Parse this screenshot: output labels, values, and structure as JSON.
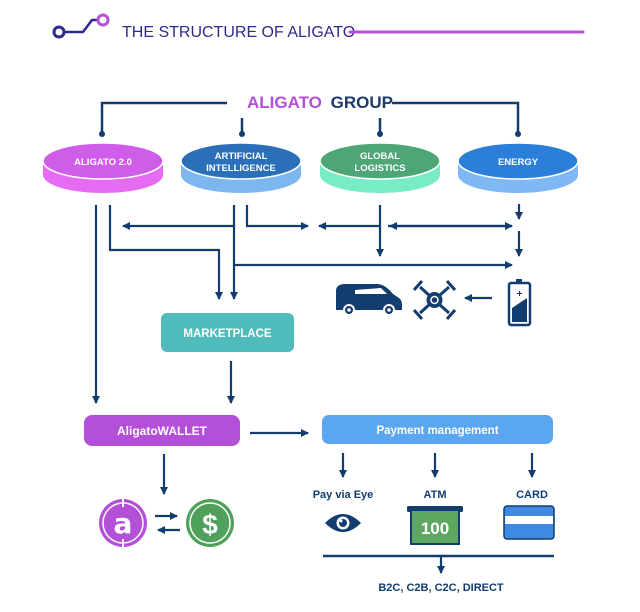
{
  "header": {
    "title": "THE STRUCTURE OF ALIGATO",
    "accent_color": "#b44fd8",
    "dark_color": "#2e2a8c"
  },
  "group": {
    "title_accent": "ALIGATO",
    "title_rest": "GROUP",
    "accent_color": "#b44fd8",
    "dark_color": "#1c3a6b"
  },
  "divisions": [
    {
      "label_lines": [
        "ALIGATO 2.0"
      ],
      "top_color": "#cf5de8",
      "side_color": "#e56cf2"
    },
    {
      "label_lines": [
        "ARTIFICIAL",
        "INTELLIGENCE"
      ],
      "top_color": "#2a6fb8",
      "side_color": "#7db7f0"
    },
    {
      "label_lines": [
        "GLOBAL",
        "LOGISTICS"
      ],
      "top_color": "#4ea677",
      "side_color": "#78ecc7"
    },
    {
      "label_lines": [
        "ENERGY"
      ],
      "top_color": "#2b7fd9",
      "side_color": "#80b8f5"
    }
  ],
  "logistics_icons": [
    "van-icon",
    "drone-icon",
    "battery-icon"
  ],
  "marketplace": {
    "label": "MARKETPLACE",
    "color": "#4fbbbb"
  },
  "wallet": {
    "label": "AligatoWALLET",
    "color": "#b44fd8"
  },
  "wallet_icons": {
    "coin": "aligato-coin-icon",
    "dollar": "dollar-coin-icon",
    "coin_color": "#b44fd8",
    "dollar_color": "#4fa05a"
  },
  "payment": {
    "label": "Payment management",
    "color": "#5aa6f0",
    "methods": [
      {
        "label": "Pay via Eye",
        "icon": "eye-icon"
      },
      {
        "label": "ATM",
        "icon": "atm-icon",
        "icon_text": "100"
      },
      {
        "label": "CARD",
        "icon": "card-icon"
      }
    ],
    "result": "B2C, C2B, C2C, DIRECT"
  },
  "line_color": "#133d6e"
}
